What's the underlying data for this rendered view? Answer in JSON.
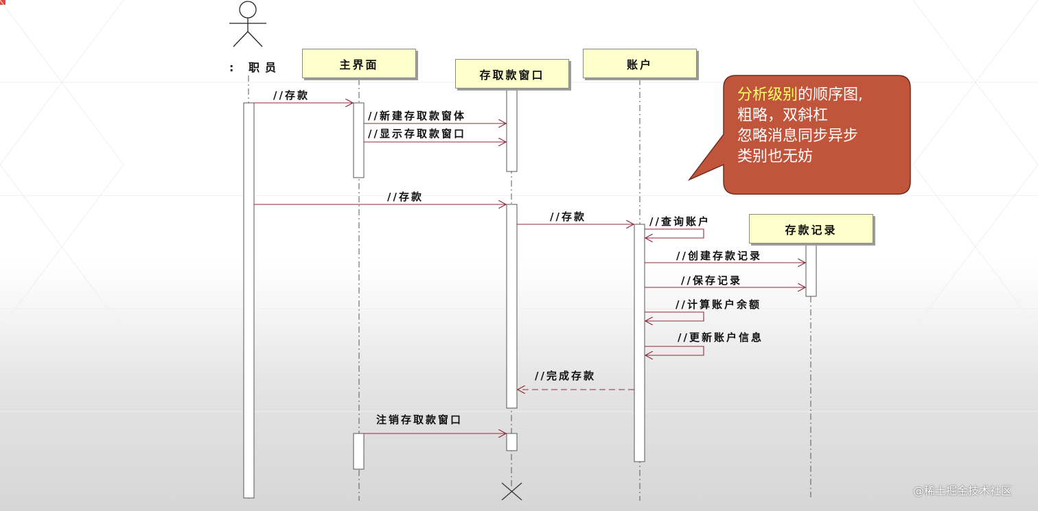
{
  "actor": {
    "label": ": 职员"
  },
  "objects": {
    "main_ui": "主界面",
    "window": "存取款窗口",
    "account": "账户",
    "record": "存款记录"
  },
  "messages": {
    "m1": "//存款",
    "m2": "//新建存取款窗体",
    "m3": "//显示存取款窗口",
    "m4": "//存款",
    "m5": "//存款",
    "m6": "//查询账户",
    "m7": "//创建存款记录",
    "m8": "//保存记录",
    "m9": "//计算账户余额",
    "m10": "//更新账户信息",
    "m11": "//完成存款",
    "m12": "注销存取款窗口"
  },
  "note": {
    "highlight": "分析级别",
    "line1_rest": "的顺序图,",
    "line2": "粗略，双斜杠",
    "line3": "忽略消息同步异步",
    "line4": "类别也无妨"
  },
  "watermark": "@稀土掘金技术社区",
  "colors": {
    "object_fill": "#ffffcc",
    "message_line": "#8b2a3a",
    "note_fill": "#c0553b",
    "note_highlight": "#ffff66"
  }
}
